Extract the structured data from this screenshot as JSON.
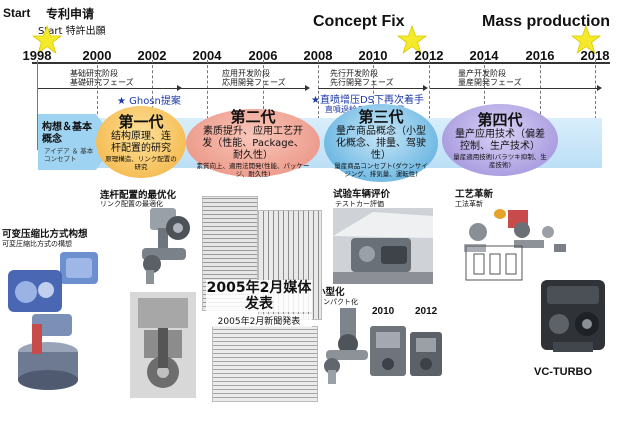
{
  "header": {
    "start_en": "Start",
    "start_cn": "专利申请",
    "start_jp": "Start  特許出願",
    "concept_fix": "Concept Fix",
    "mass_production": "Mass production"
  },
  "timeline": {
    "years": [
      "1998",
      "2000",
      "2002",
      "2004",
      "2006",
      "2008",
      "2010",
      "2012",
      "2014",
      "2016",
      "2018"
    ]
  },
  "phases": {
    "basic_cn": "基础研究阶段",
    "basic_jp": "基礎研究フェーズ",
    "app_cn": "应用开发阶段",
    "app_jp": "応用開発フェーズ",
    "pre_cn": "先行开发阶段",
    "pre_jp": "先行開発フェーズ",
    "mass_cn": "量产开发阶段",
    "mass_jp": "量産開発フェーズ"
  },
  "notes": {
    "ghosn": "★ Ghosn提案",
    "restart_cn": "★直喷增压DS下再次着手",
    "restart_jp": "直噴過給ＤＳで再出発"
  },
  "concept_arrow": {
    "cn": "构想＆基本概念",
    "jp": "アイデア ＆ 基本コンセプト"
  },
  "generations": [
    {
      "title": "第一代",
      "body": "结构原理、连杆配置的研究",
      "small": "原理構造、リンク配置の研究"
    },
    {
      "title": "第二代",
      "body": "素质提升、应用工艺开发（性能、Package、耐久性）",
      "small": "素質向上、適用法開発(性能、パッケージ、耐久性)"
    },
    {
      "title": "第三代",
      "body": "量产商品概念（小型化概念、排量、驾驶性）",
      "small": "量産商品コンセプト(ダウンサイジング、排気量、運転性)"
    },
    {
      "title": "第四代",
      "body": "量产应用技术（偏差控制、生产技术）",
      "small": "量産適用技術(バラツキ抑制、生産技術)"
    }
  ],
  "labels": {
    "vcr_concept_cn": "可变压缩比方式构想",
    "vcr_concept_jp": "可変圧縮比方式の構想",
    "link_opt_cn": "连杆配置的最优化",
    "link_opt_jp": "リンク配置の最適化",
    "media_cn": "2005年2月媒体发表",
    "media_jp": "2005年2月新聞発表",
    "test_cn": "试验车辆评价",
    "test_jp": "テストカー評価",
    "compact_cn": "小型化",
    "compact_jp": "コンパクト化",
    "process_cn": "工艺革新",
    "process_jp": "工法革新",
    "vcturbo": "VC-TURBO"
  }
}
